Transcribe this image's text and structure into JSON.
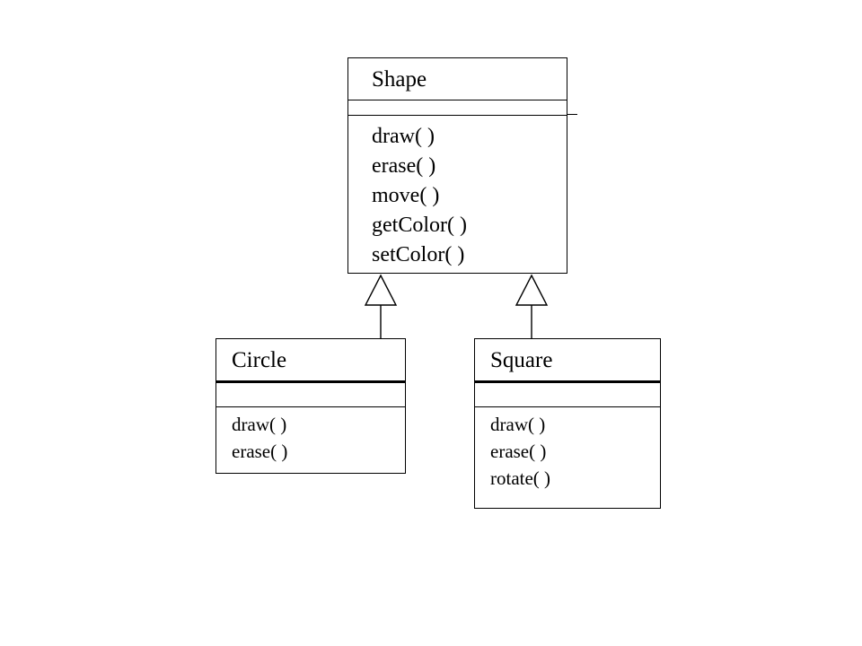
{
  "diagram": {
    "type": "uml-class-diagram",
    "background_color": "#ffffff",
    "line_color": "#000000",
    "text_color": "#000000",
    "classes": [
      {
        "id": "shape",
        "name": "Shape",
        "attributes": [],
        "operations": [
          "draw( )",
          "erase( )",
          "move( )",
          "getColor( )",
          "setColor( )"
        ]
      },
      {
        "id": "circle",
        "name": "Circle",
        "attributes": [],
        "operations": [
          "draw( )",
          "erase( )"
        ]
      },
      {
        "id": "square",
        "name": "Square",
        "attributes": [],
        "operations": [
          "draw( )",
          "erase( )",
          "rotate( )"
        ]
      }
    ],
    "relationships": [
      {
        "id": "circle-to-shape",
        "kind": "generalization",
        "from": "Circle",
        "to": "Shape",
        "arrow": "hollow-triangle"
      },
      {
        "id": "square-to-shape",
        "kind": "generalization",
        "from": "Square",
        "to": "Shape",
        "arrow": "hollow-triangle"
      }
    ]
  }
}
